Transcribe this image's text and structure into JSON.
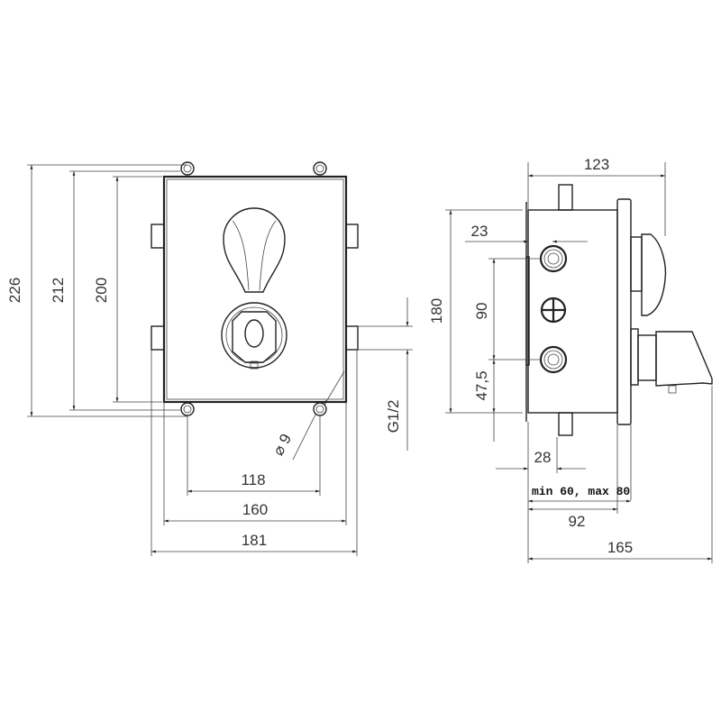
{
  "front_view": {
    "dim_height_outer": "226",
    "dim_height_mid": "212",
    "dim_height_inner": "200",
    "dim_width_holes": "118",
    "dim_width_box": "160",
    "dim_width_outer": "181",
    "dim_hole_diameter": "⌀ 9",
    "dim_thread": "G1/2"
  },
  "side_view": {
    "dim_depth_total": "123",
    "dim_offset": "23",
    "dim_height": "180",
    "dim_fitting_spacing": "90",
    "dim_fitting_bottom": "47,5",
    "dim_flange": "28",
    "dim_install_range": "min 60, max 80",
    "dim_body_depth": "92",
    "dim_overall": "165"
  },
  "colors": {
    "line": "#222222",
    "background": "#ffffff"
  }
}
